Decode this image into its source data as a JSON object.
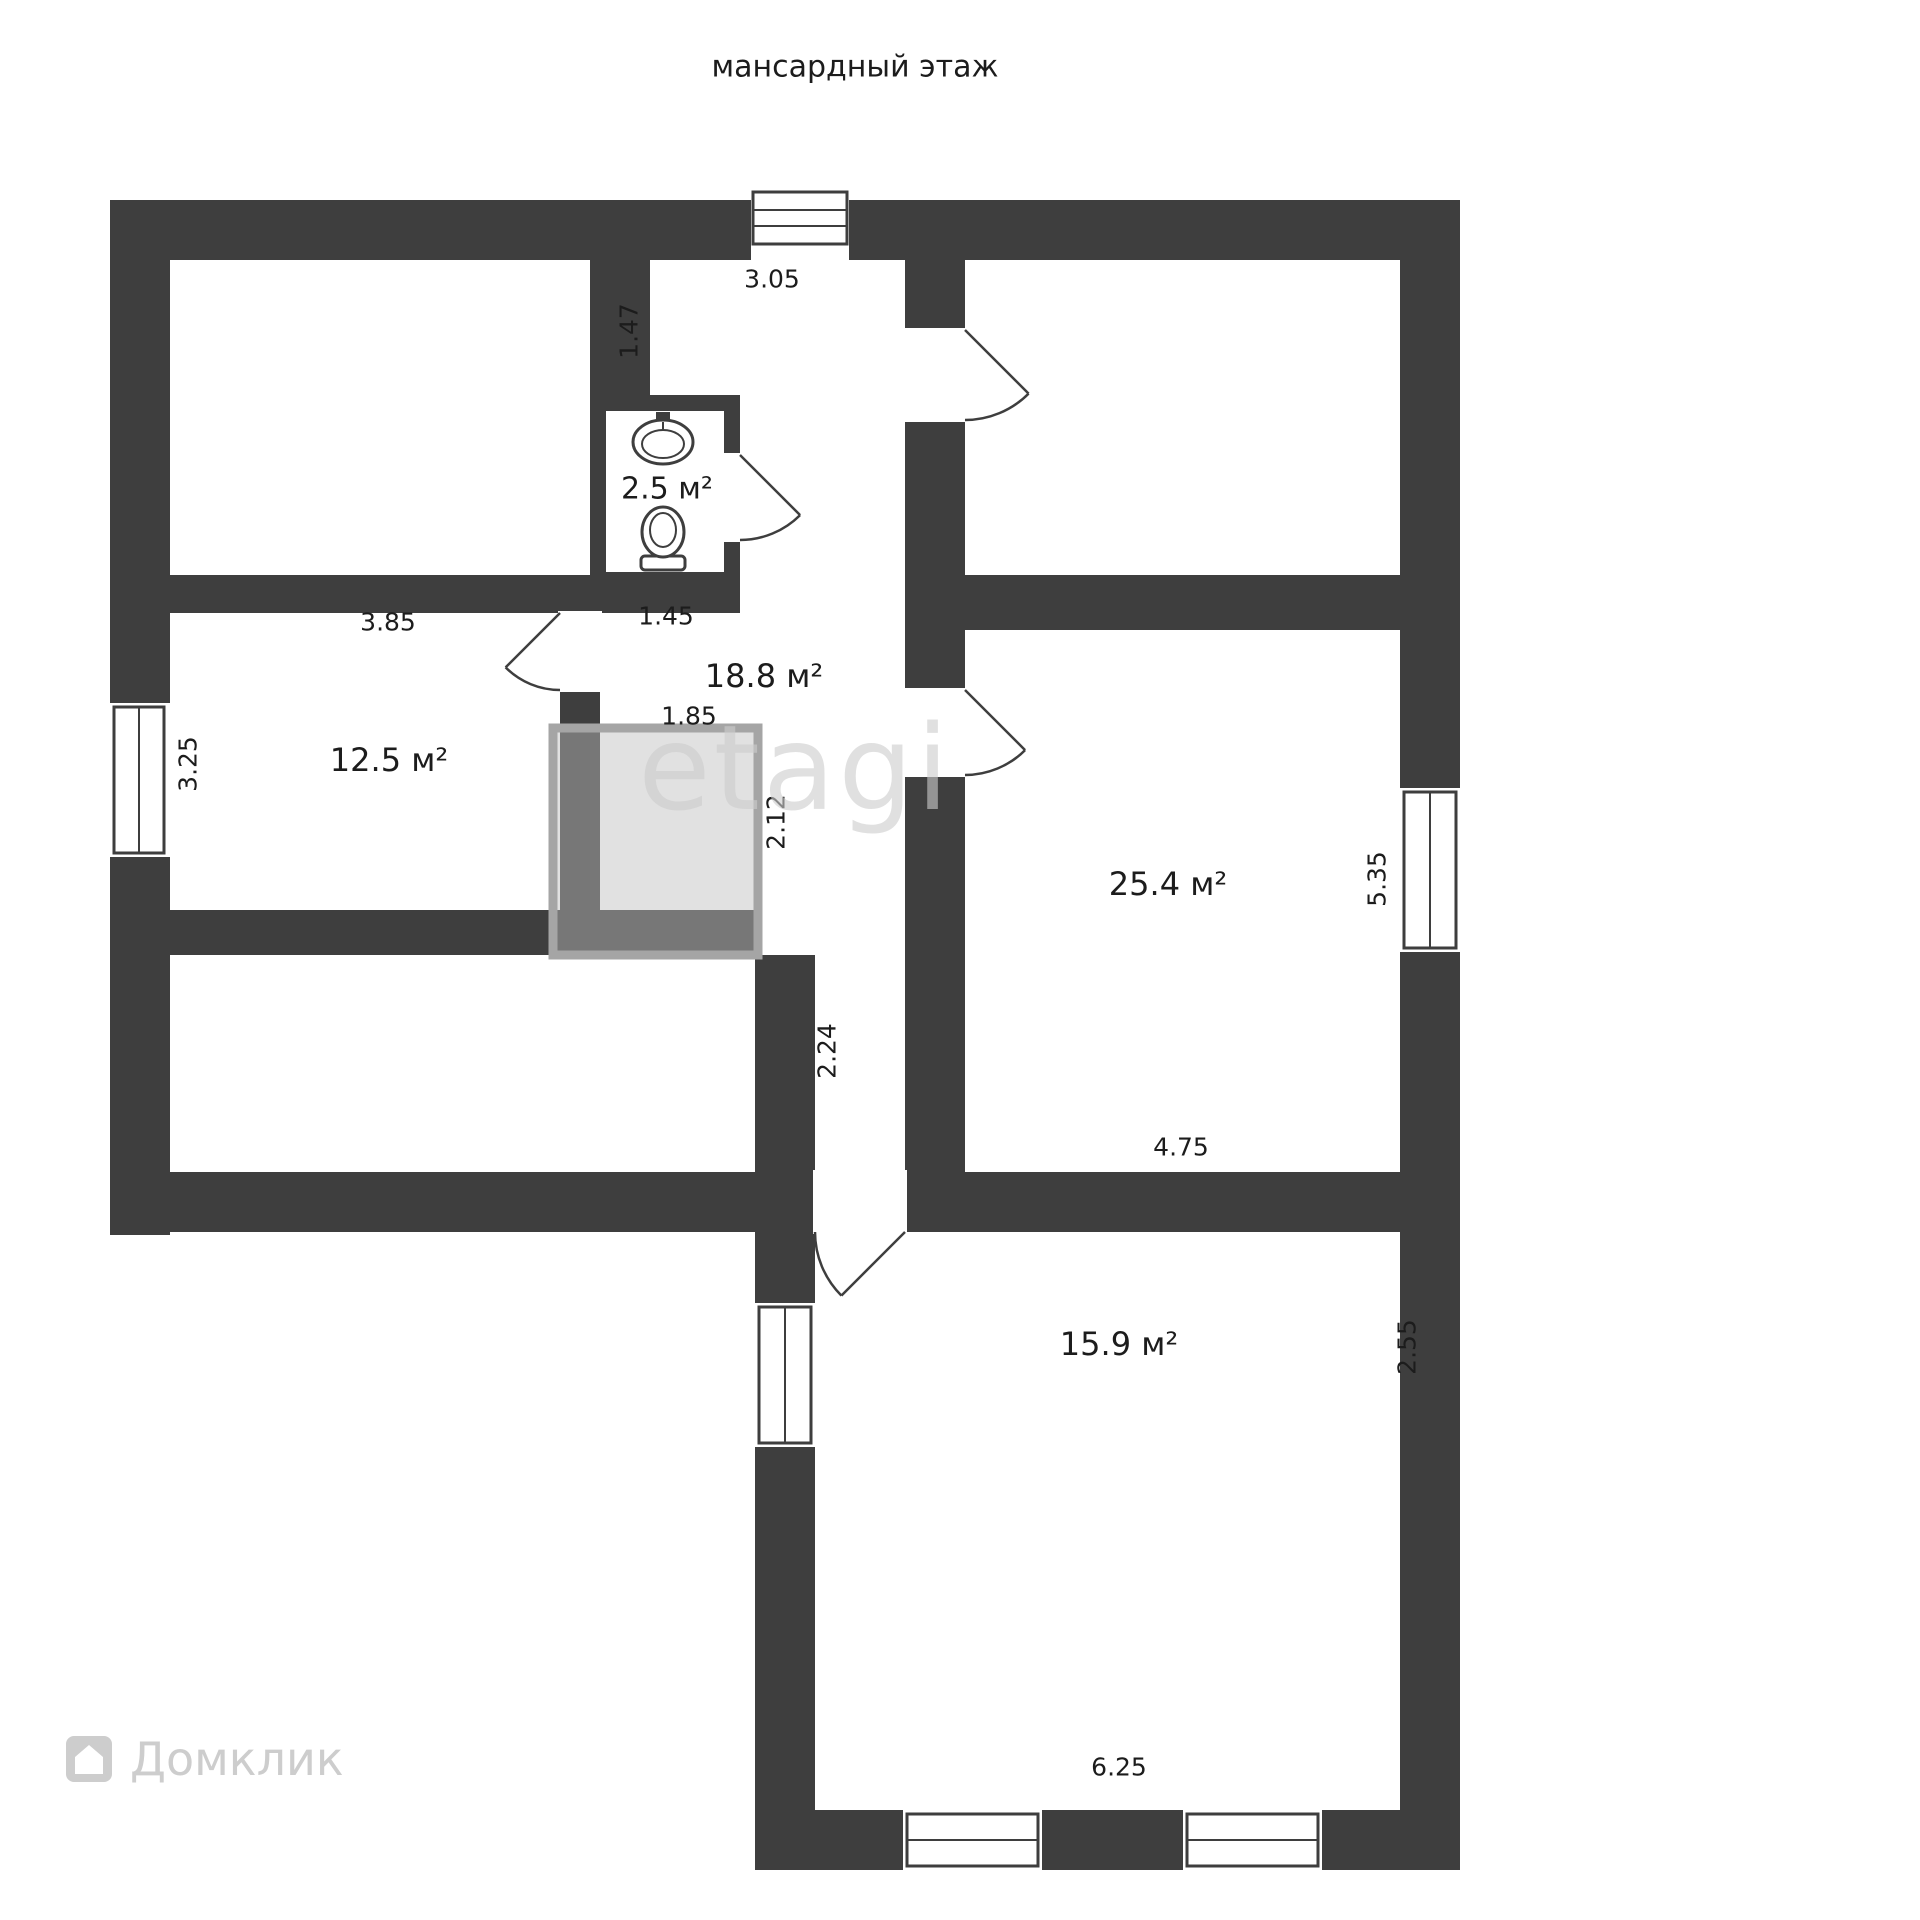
{
  "page": {
    "title": "мансардный этаж"
  },
  "colors": {
    "wall": "#3e3e3e",
    "background": "#ffffff",
    "text": "#1c1c1c",
    "watermark": "#cdcdcd",
    "stairs_fill": "#bdbdbd",
    "stairs_border": "#a5a5a5"
  },
  "rooms": [
    {
      "name": "bathroom",
      "area": "2.5 м²"
    },
    {
      "name": "room-left",
      "area": "12.5 м²"
    },
    {
      "name": "hall",
      "area": "18.8 м²"
    },
    {
      "name": "room-right",
      "area": "25.4 м²"
    },
    {
      "name": "room-bottom",
      "area": "15.9 м²"
    }
  ],
  "dimensions": {
    "top_entrance": "3.05",
    "hall_top_segment": "1.47",
    "room_left_width": "3.85",
    "bathroom_width": "1.45",
    "room_left_height": "3.25",
    "stairs_width": "1.85",
    "stairs_height": "2.12",
    "corridor_length": "2.24",
    "room_right_height": "5.35",
    "room_right_width": "4.75",
    "room_bottom_side": "2.55",
    "room_bottom_width": "6.25"
  },
  "fixtures": [
    "sink",
    "toilet"
  ],
  "watermarks": {
    "center": "etagi",
    "bottom_left": "Домклик"
  }
}
